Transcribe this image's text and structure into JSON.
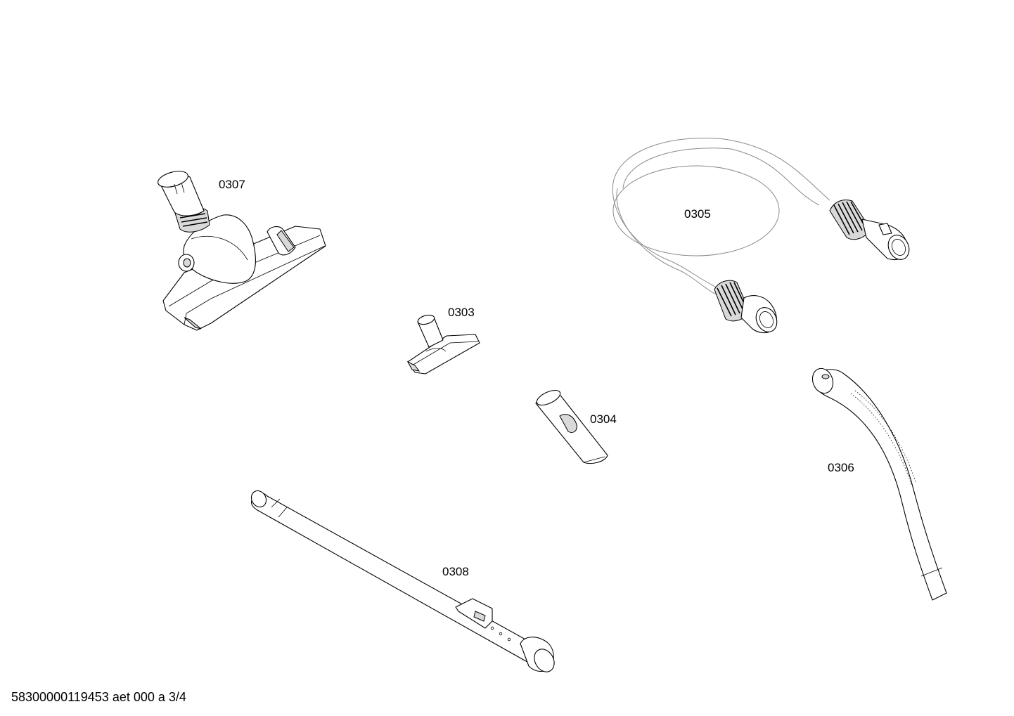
{
  "parts": [
    {
      "id": "floor-nozzle",
      "label": "0307"
    },
    {
      "id": "hose",
      "label": "0305"
    },
    {
      "id": "upholstery-nozzle",
      "label": "0303"
    },
    {
      "id": "crevice-nozzle",
      "label": "0304"
    },
    {
      "id": "bent-handle-tube",
      "label": "0306"
    },
    {
      "id": "telescopic-tube",
      "label": "0308"
    }
  ],
  "footer_code": "58300000119453 aet 000 a 3/4",
  "colors": {
    "line": "#000000",
    "background": "#ffffff",
    "shade": "#d9d9d9"
  }
}
